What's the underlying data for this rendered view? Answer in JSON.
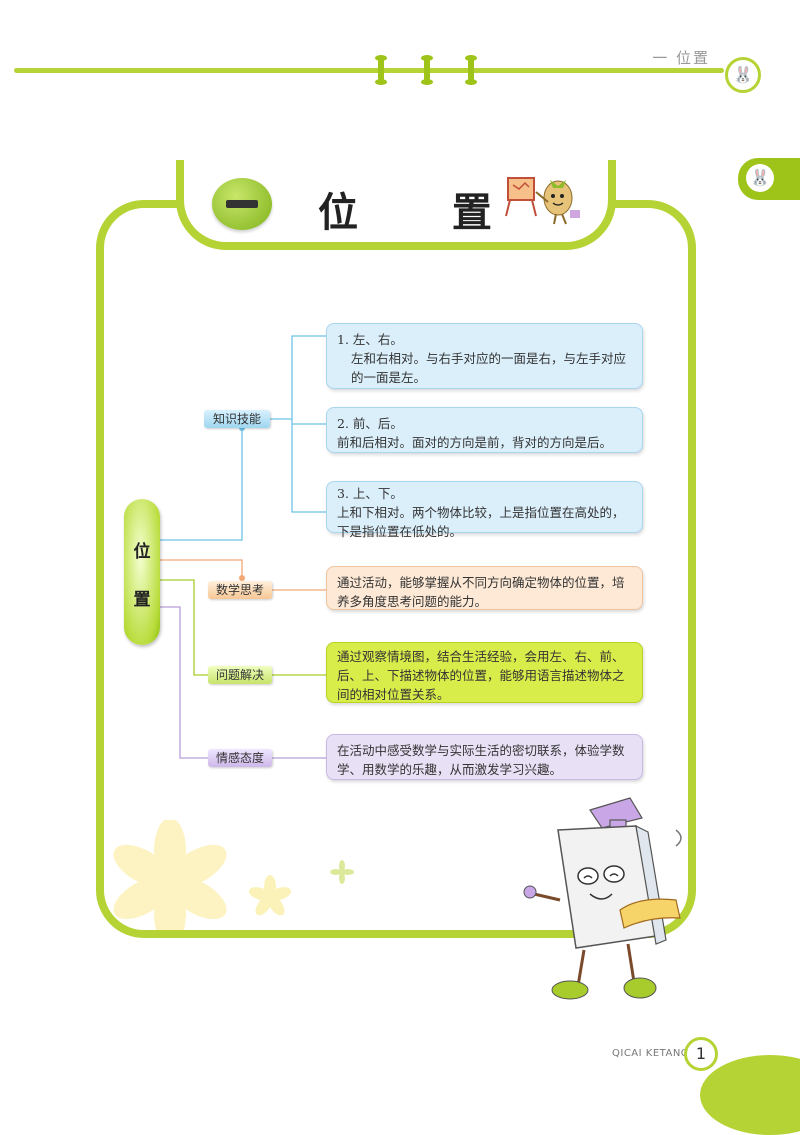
{
  "header": {
    "section_label": "一 位置"
  },
  "chapter": {
    "number_symbol": "一",
    "title": "位 置"
  },
  "mindmap": {
    "root": [
      "位",
      "置"
    ],
    "categories": {
      "knowledge": "知识技能",
      "math_thinking": "数学思考",
      "problem_solving": "问题解决",
      "attitude": "情感态度"
    },
    "items": {
      "left_right_title": "1. 左、右。",
      "left_right_text": "左和右相对。与右手对应的一面是右，与左手对应的一面是左。",
      "front_back_title": "2.  前、后。",
      "front_back_text": "前和后相对。面对的方向是前，背对的方向是后。",
      "up_down_title": "3.  上、下。",
      "up_down_text": "上和下相对。两个物体比较，上是指位置在高处的，下是指位置在低处的。",
      "thinking_text": "通过活动，能够掌握从不同方向确定物体的位置，培养多角度思考问题的能力。",
      "solving_text": "通过观察情境图，结合生活经验，会用左、右、前、后、上、下描述物体的位置，能够用语言描述物体之间的相对位置关系。",
      "attitude_text": "在活动中感受数学与实际生活的密切联系，体验学数学、用数学的乐趣，从而激发学习兴趣。"
    }
  },
  "footer": {
    "brand": "QICAI KETANG",
    "page_number": "1"
  },
  "colors": {
    "accent_green": "#b5d334",
    "blue_box": "#dbeffb",
    "orange_box": "#fde9d6",
    "green_box": "#d8ec4a",
    "purple_box": "#e8e0f5"
  }
}
